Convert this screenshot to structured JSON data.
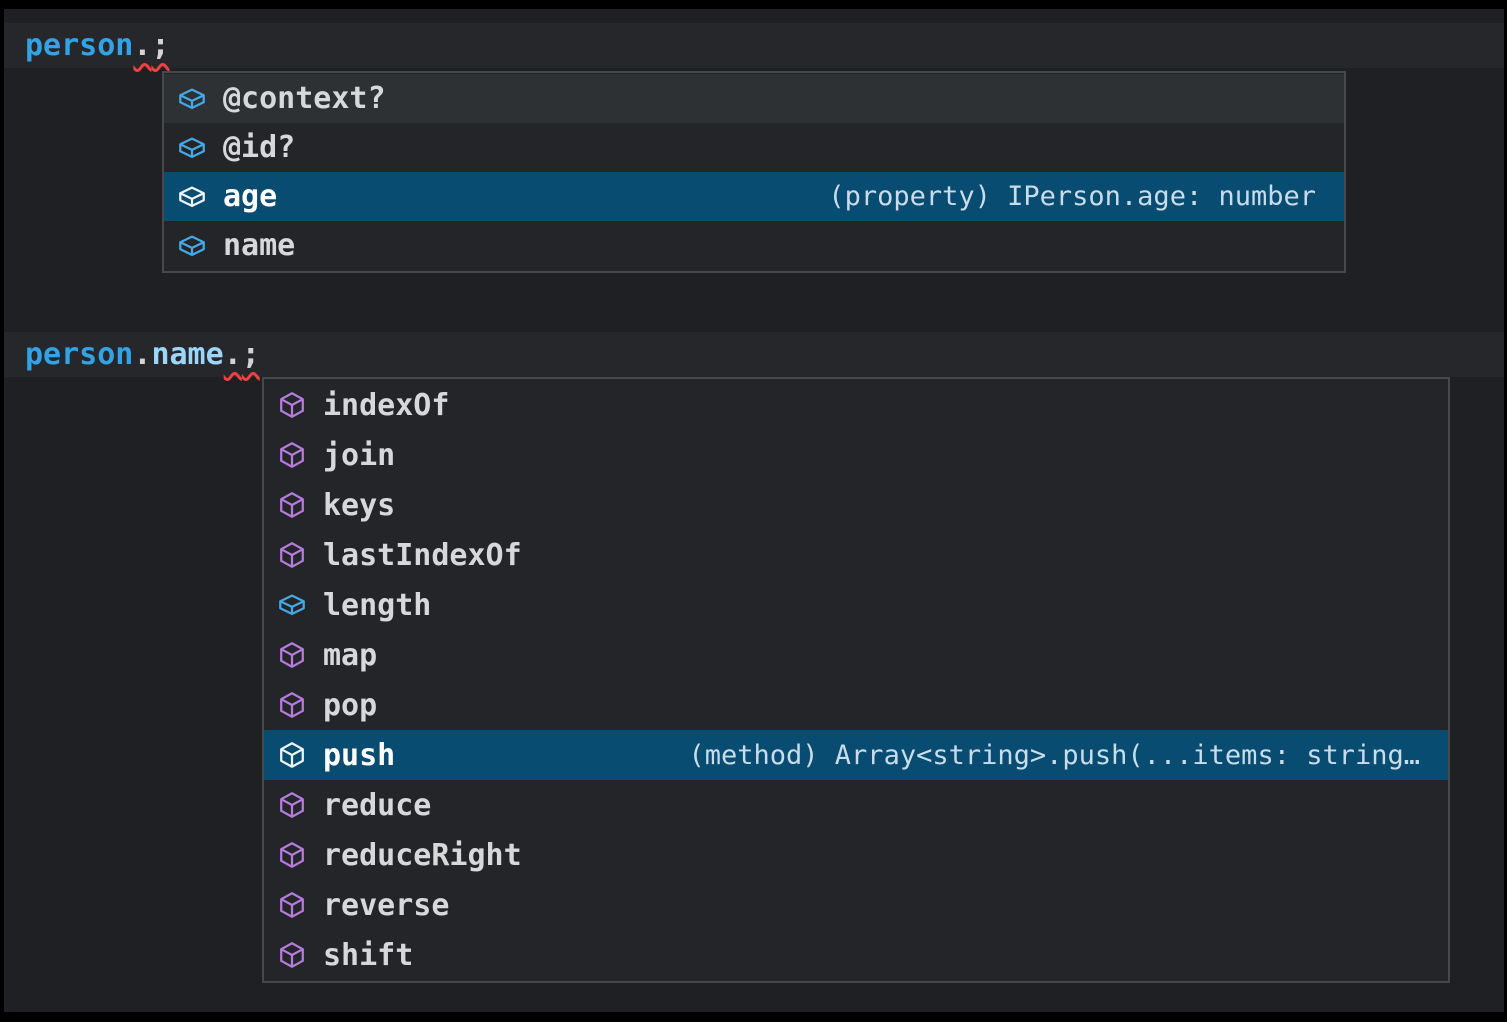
{
  "editor": {
    "code_lines": [
      {
        "name": "line-person",
        "tokens": [
          {
            "text": "person",
            "type": "identifier",
            "squiggle": false
          },
          {
            "text": ".",
            "type": "punct",
            "squiggle": true
          },
          {
            "text": ";",
            "type": "punct",
            "squiggle": true
          }
        ]
      },
      {
        "name": "line-person-name",
        "tokens": [
          {
            "text": "person",
            "type": "identifier",
            "squiggle": false
          },
          {
            "text": ".",
            "type": "punct",
            "squiggle": false
          },
          {
            "text": "name",
            "type": "member",
            "squiggle": false
          },
          {
            "text": ".",
            "type": "punct",
            "squiggle": true
          },
          {
            "text": ";",
            "type": "punct",
            "squiggle": true
          }
        ]
      }
    ]
  },
  "suggest_popups": [
    {
      "name": "person-members-popup",
      "items": [
        {
          "label": "@context?",
          "kind": "field",
          "state": "hover",
          "detail": ""
        },
        {
          "label": "@id?",
          "kind": "field",
          "state": "normal",
          "detail": ""
        },
        {
          "label": "age",
          "kind": "field",
          "state": "selected",
          "detail": "(property) IPerson.age: number"
        },
        {
          "label": "name",
          "kind": "field",
          "state": "normal",
          "detail": ""
        }
      ]
    },
    {
      "name": "string-members-popup",
      "items": [
        {
          "label": "indexOf",
          "kind": "method",
          "state": "normal",
          "detail": ""
        },
        {
          "label": "join",
          "kind": "method",
          "state": "normal",
          "detail": ""
        },
        {
          "label": "keys",
          "kind": "method",
          "state": "normal",
          "detail": ""
        },
        {
          "label": "lastIndexOf",
          "kind": "method",
          "state": "normal",
          "detail": ""
        },
        {
          "label": "length",
          "kind": "field",
          "state": "normal",
          "detail": ""
        },
        {
          "label": "map",
          "kind": "method",
          "state": "normal",
          "detail": ""
        },
        {
          "label": "pop",
          "kind": "method",
          "state": "normal",
          "detail": ""
        },
        {
          "label": "push",
          "kind": "method",
          "state": "selected",
          "detail": "(method) Array<string>.push(...items: string…"
        },
        {
          "label": "reduce",
          "kind": "method",
          "state": "normal",
          "detail": ""
        },
        {
          "label": "reduceRight",
          "kind": "method",
          "state": "normal",
          "detail": ""
        },
        {
          "label": "reverse",
          "kind": "method",
          "state": "normal",
          "detail": ""
        },
        {
          "label": "shift",
          "kind": "method",
          "state": "normal",
          "detail": ""
        }
      ]
    }
  ],
  "colors": {
    "frame": "#000000",
    "editor_background": "#1f2023",
    "line_highlight": "#26272b",
    "popup_background": "#242528",
    "popup_border": "#46484c",
    "selection_blue": "#084c72",
    "hover_grey": "#2e3134",
    "field_icon_blue": "#44a9e6",
    "method_icon_purple": "#b57bdd",
    "selected_icon_white": "#eef3f6",
    "identifier_blue": "#31a3e6",
    "member_light_blue": "#9cd7fb",
    "punctuation_grey": "#d4d4d6",
    "squiggle_red": "#f23f3f",
    "label_text": "#d7d8d9",
    "detail_text": "#c9dcea"
  }
}
